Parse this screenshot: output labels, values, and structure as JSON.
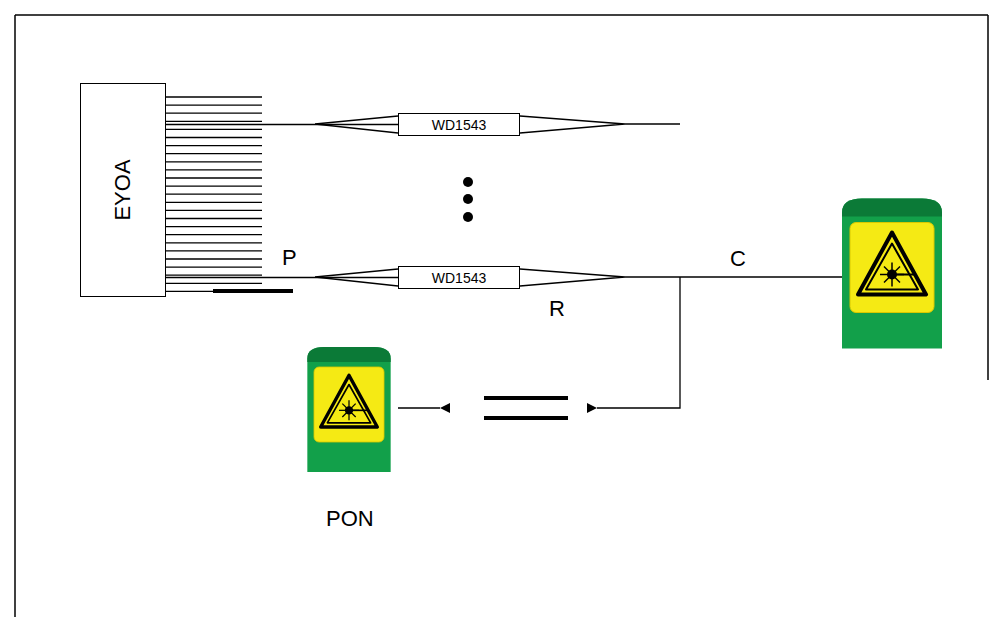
{
  "diagram": {
    "nodes": [
      {
        "text": [
          "EYOA"
        ]
      },
      {
        "text": [
          "WD1543"
        ]
      },
      {
        "text": [
          "WD1543"
        ]
      }
    ],
    "edges": [
      {
        "from": 0,
        "to": 1,
        "arrow": "none"
      },
      {
        "from": 0,
        "to": 2,
        "arrow": "none"
      }
    ],
    "labels": [
      "P",
      "C",
      "R",
      "PON"
    ]
  }
}
